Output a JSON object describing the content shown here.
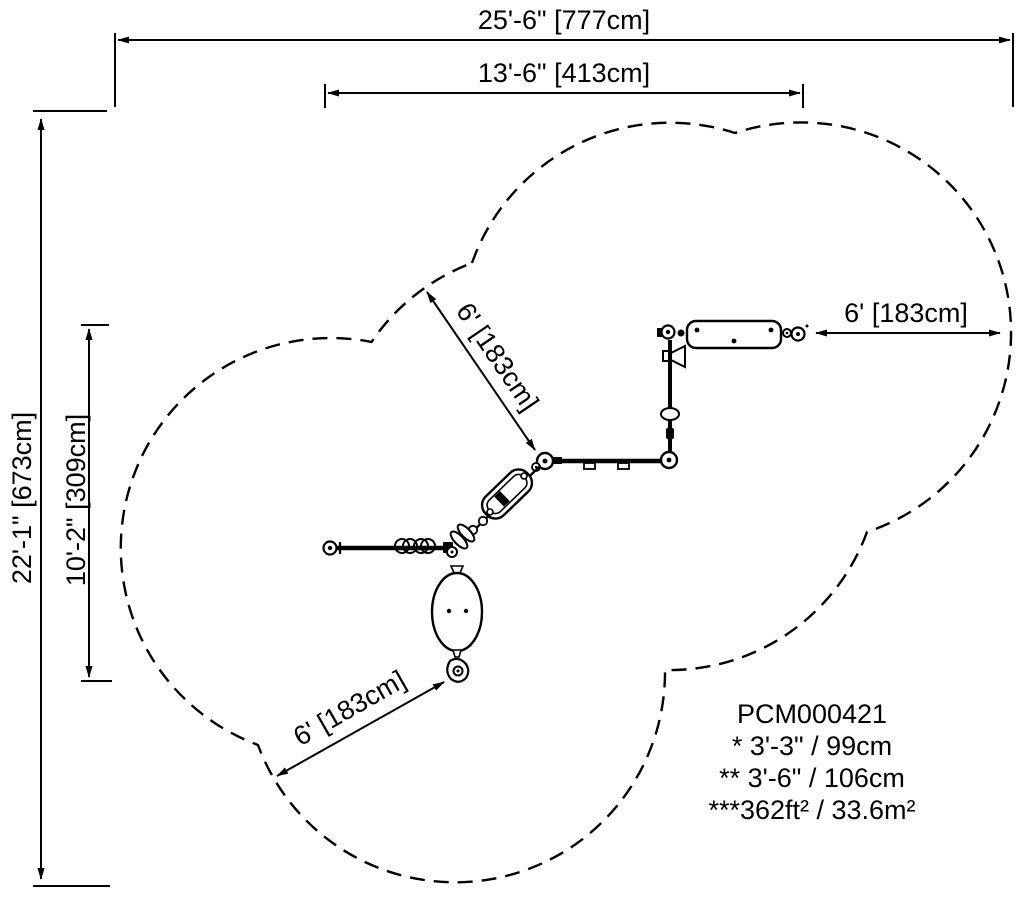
{
  "drawing": {
    "model_number": "PCM000421",
    "type_label": "playground-use-zone-plan",
    "colors": {
      "line": "#000000",
      "background": "#ffffff"
    },
    "dimensions": {
      "total_width": "25'-6\" [777cm]",
      "equipment_width": "13'-6\" [413cm]",
      "total_height": "22'-1\" [673cm]",
      "inner_height": "10'-2\" [309cm]",
      "radius_upper": "6' [183cm]",
      "radius_right": "6' [183cm]",
      "radius_lower": "6' [183cm]"
    },
    "notes": {
      "model": "PCM000421",
      "line1": "* 3'-3\" / 99cm",
      "line2": "** 3'-6\" / 106cm",
      "line3": "***362ft² / 33.6m²"
    }
  }
}
